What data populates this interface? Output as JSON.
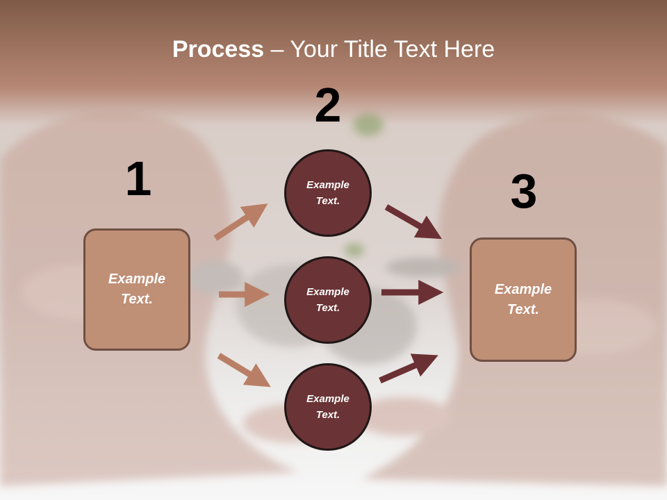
{
  "slide": {
    "title_bold": "Process",
    "title_rest": " – Your Title Text Here"
  },
  "diagram": {
    "steps": [
      "1",
      "2",
      "3"
    ],
    "left_box": "Example Text.",
    "center_circles": [
      "Example Text.",
      "Example Text.",
      "Example Text."
    ],
    "right_box": "Example Text."
  },
  "colors": {
    "box_fill": "#bf8f76",
    "circle_fill": "#6a3335",
    "light_arrow": "#b97f66",
    "dark_arrow": "#6b3034"
  }
}
